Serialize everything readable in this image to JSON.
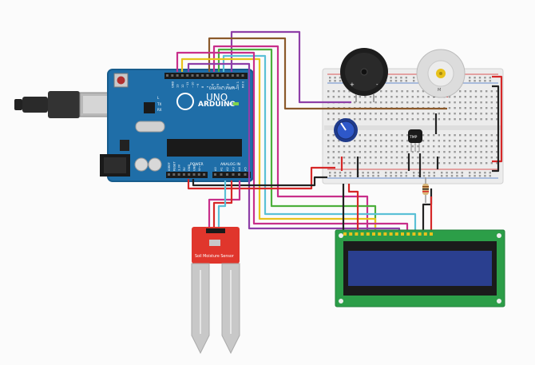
{
  "arduino": {
    "brand": "ARDUINO",
    "model": "UNO",
    "digital_label": "DIGITAL (PWM~)",
    "power_label": "POWER",
    "analog_label": "ANALOG IN",
    "top_pins": [
      "",
      "GND",
      "13",
      "12",
      "~11",
      "~10",
      "~9",
      "8",
      "7",
      "~6",
      "~5",
      "4",
      "~3",
      "2",
      "TX 1",
      "RX 0"
    ],
    "power_pins": [
      "IOREF",
      "RESET",
      "3.3V",
      "5V",
      "GND",
      "GND",
      "Vin"
    ],
    "analog_pins": [
      "A0",
      "A1",
      "A2",
      "A3",
      "A4",
      "A5"
    ],
    "on_label": "ON",
    "tx_label": "TX",
    "rx_label": "RX",
    "l_label": "L"
  },
  "sensor": {
    "label": "Soil Moisture Sensor"
  },
  "buzzer": {
    "plus": "+",
    "minus": "-"
  },
  "temp_sensor": {
    "label": "TMP"
  },
  "motor": {
    "label": "M"
  },
  "colors": {
    "arduino_blue": "#1f6ea8",
    "breadboard": "#ececec",
    "sensor_red": "#e0362c",
    "lcd_green": "#2c9e48",
    "lcd_screen": "#2a3f8f",
    "wire_red": "#d62828",
    "wire_black": "#222222",
    "wire_purple": "#8e3fa8",
    "wire_pink": "#c82f8a",
    "wire_yellow": "#e8c21c",
    "wire_green": "#4caf3c",
    "wire_cyan": "#5bc0d6",
    "wire_brown": "#8b5a2b",
    "wire_gray": "#9a9a9a"
  }
}
